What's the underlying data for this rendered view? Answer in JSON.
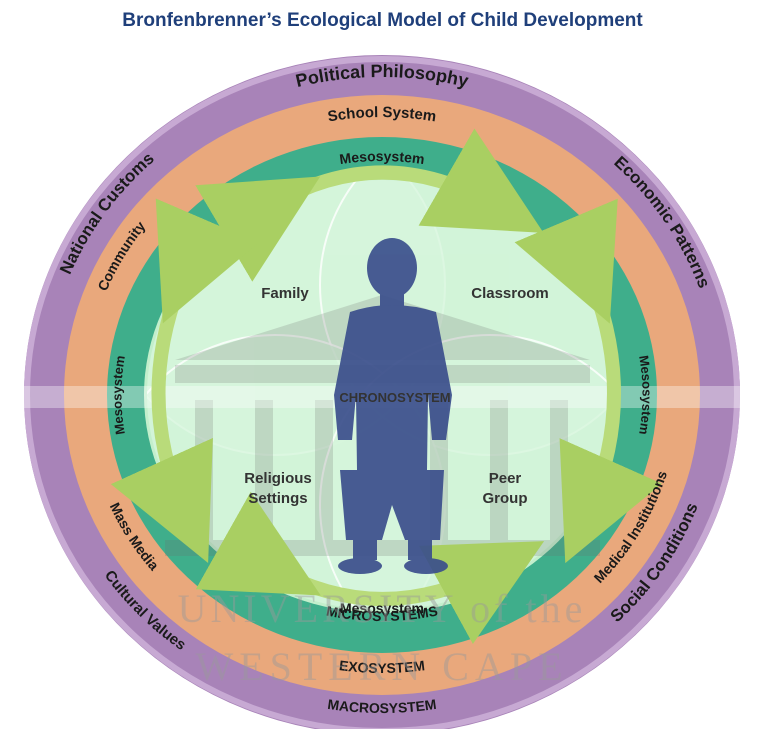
{
  "title": "Bronfenbrenner’s Ecological Model of Child Development",
  "macrosystem": {
    "name": "MACROSYSTEM",
    "items": [
      "Political Philosophy",
      "Economic Patterns",
      "Social Conditions",
      "Cultural Values",
      "National Customs"
    ]
  },
  "exosystem": {
    "name": "EXOSYSTEM",
    "items": [
      "School System",
      "Medical Institutions",
      "Mass Media",
      "Community"
    ]
  },
  "microsystems": {
    "name": "MICROSYSTEMS",
    "items": [
      "Family",
      "Classroom",
      "Religious Settings",
      "Peer Group"
    ]
  },
  "mesosystem_label": "Mesosystem",
  "chronosystem_label": "CHRONOSYSTEM",
  "watermark": [
    "UNIVERSITY of the",
    "WESTERN CAPE"
  ],
  "colors": {
    "title": "#1f3f7a",
    "macrosystem": "#a883b8",
    "exosystem": "#e9a87c",
    "mesosystem_ring": "#3fae8b",
    "microsystem_fill": "#c3efcc",
    "arrow": "#b9db7a",
    "child": "#3b4f8c"
  }
}
